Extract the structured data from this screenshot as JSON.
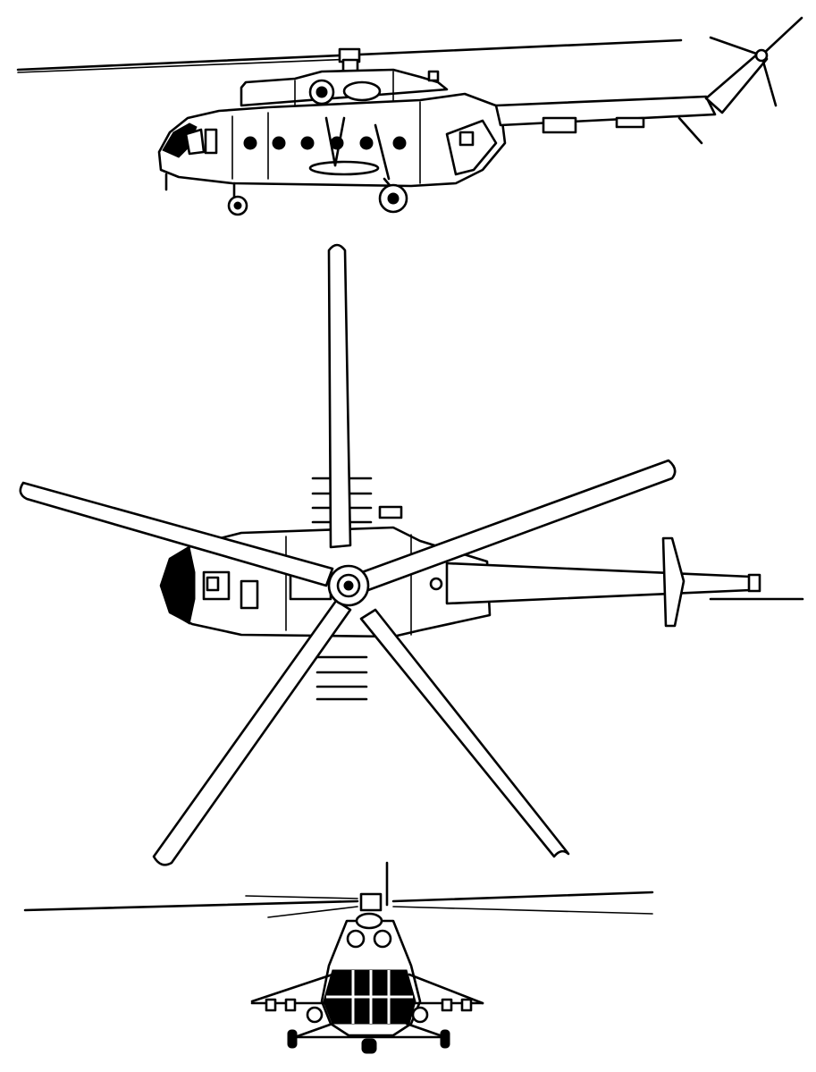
{
  "drawing": {
    "views": [
      {
        "name": "side-view"
      },
      {
        "name": "top-view"
      },
      {
        "name": "front-view"
      }
    ],
    "line_color": "#000000",
    "background": "#ffffff"
  }
}
